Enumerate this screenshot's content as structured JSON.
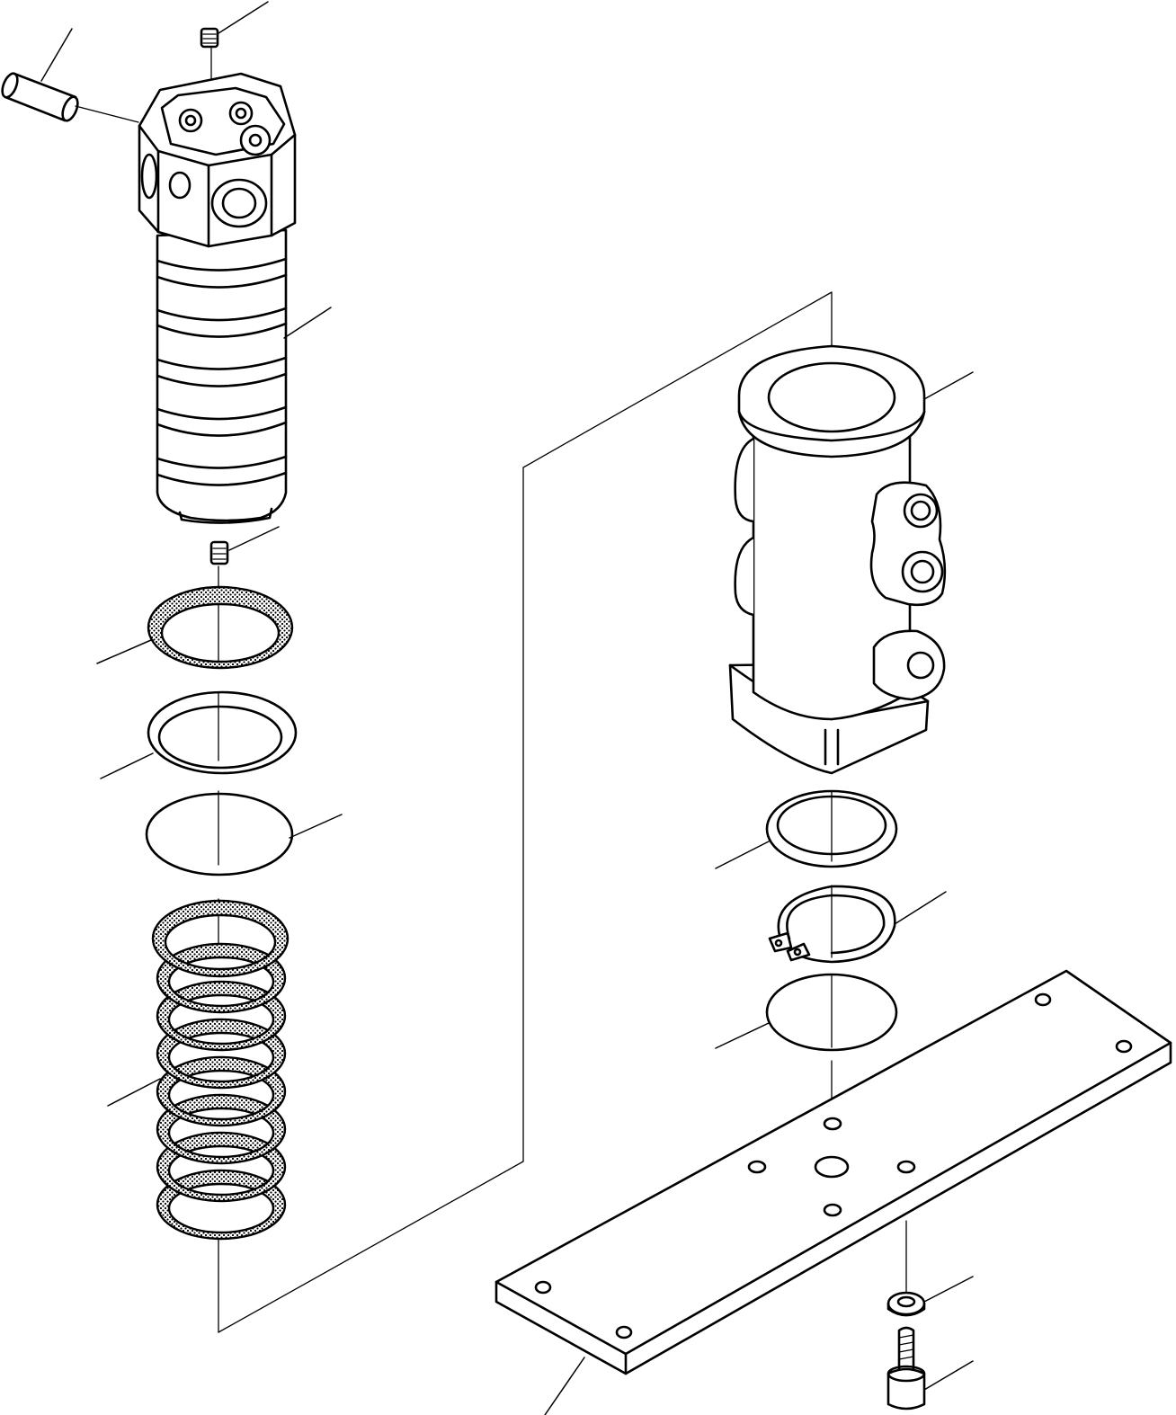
{
  "figure": {
    "kind": "exploded parts diagram",
    "line_color": "#000000",
    "background": "#ffffff",
    "parts": [
      {
        "name": "pin",
        "icon": "dowel-pin-icon"
      },
      {
        "name": "plug-top",
        "icon": "set-screw-icon"
      },
      {
        "name": "rotor",
        "icon": "swivel-rotor-icon"
      },
      {
        "name": "plug-bottom",
        "icon": "set-screw-icon"
      },
      {
        "name": "seal-ring",
        "icon": "seal-ring-icon"
      },
      {
        "name": "backup-ring",
        "icon": "flat-ring-icon"
      },
      {
        "name": "o-ring-left",
        "icon": "o-ring-icon"
      },
      {
        "name": "slipper-seal-stack",
        "icon": "seal-stack-icon"
      },
      {
        "name": "housing",
        "icon": "swivel-housing-icon"
      },
      {
        "name": "seal-right",
        "icon": "ring-icon"
      },
      {
        "name": "snap-ring",
        "icon": "circlip-icon"
      },
      {
        "name": "o-ring-right",
        "icon": "o-ring-icon"
      },
      {
        "name": "plate",
        "icon": "mounting-plate-icon"
      },
      {
        "name": "washer",
        "icon": "washer-icon"
      },
      {
        "name": "bolt",
        "icon": "cap-screw-icon"
      }
    ]
  }
}
